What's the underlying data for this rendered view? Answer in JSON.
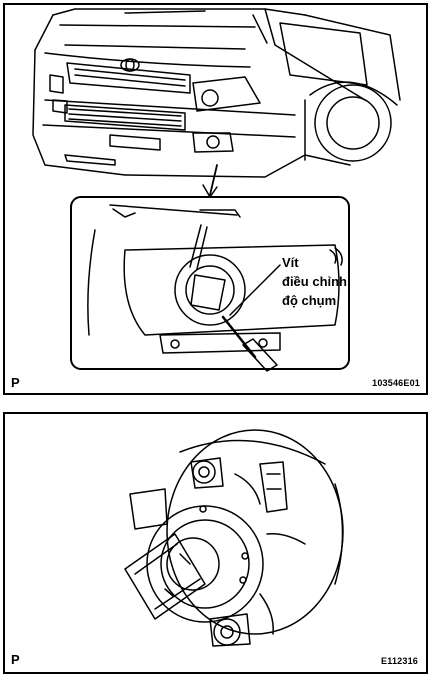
{
  "figure1": {
    "callout_line1": "Vít",
    "callout_line2": "điều chỉnh",
    "callout_line3": "độ chụm",
    "corner_letter": "P",
    "figure_code": "103546E01"
  },
  "figure2": {
    "corner_letter": "P",
    "figure_code": "E112316"
  }
}
